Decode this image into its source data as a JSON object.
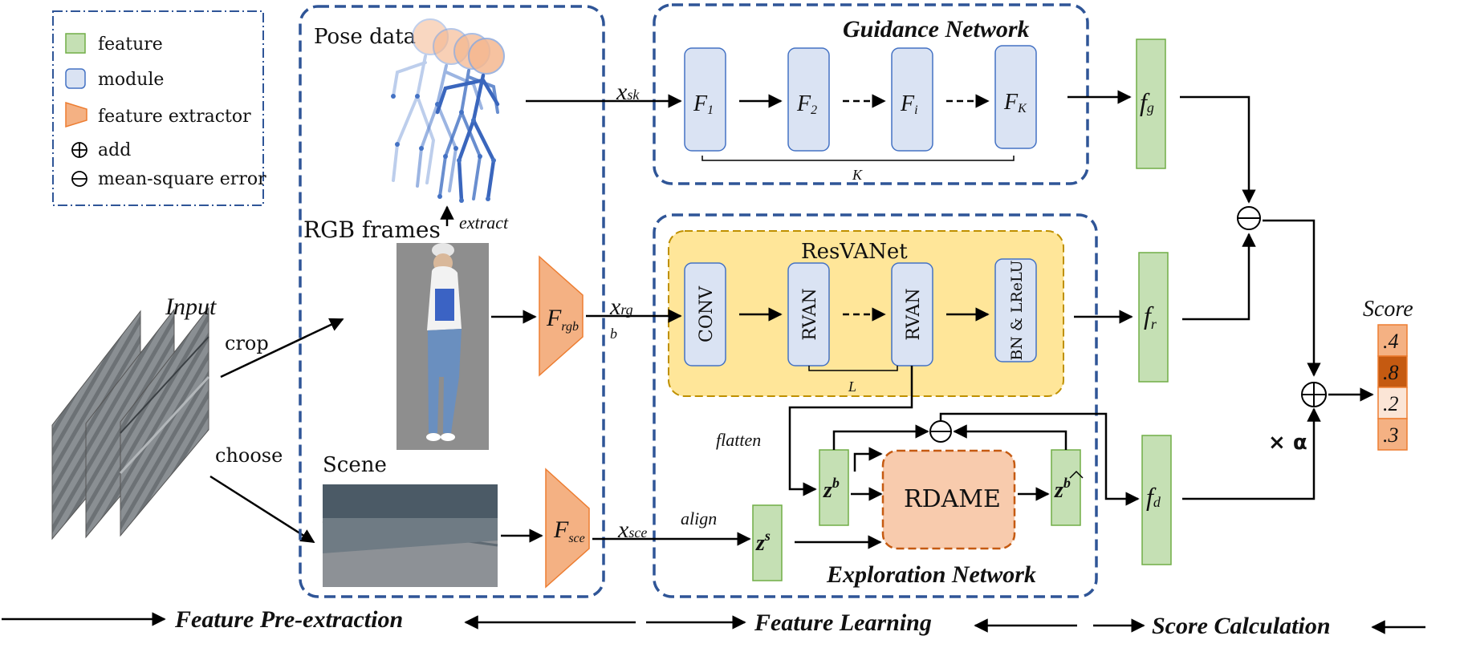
{
  "legend": {
    "feature": "feature",
    "module": "module",
    "extractor": "feature extractor",
    "add": "add",
    "mse": "mean-square error"
  },
  "input": {
    "title": "Input",
    "crop": "crop",
    "choose": "choose"
  },
  "preextraction": {
    "pose": "Pose data",
    "rgb": "RGB frames",
    "extract": "extract",
    "scene": "Scene",
    "f_rgb_main": "F",
    "f_rgb_sub": "rgb",
    "f_sce_main": "F",
    "f_sce_sub": "sce"
  },
  "vars": {
    "x": "x",
    "x_sk_sub": "sk",
    "x_rgb_sub1": "rg",
    "x_rgb_sub2": "b",
    "x_sce_sub": "sce",
    "align": "align",
    "flatten": "flatten"
  },
  "guidance": {
    "title": "Guidance Network",
    "modules": [
      {
        "main": "F",
        "sub": "1"
      },
      {
        "main": "F",
        "sub": "2"
      },
      {
        "main": "F",
        "sub": "i"
      },
      {
        "main": "F",
        "sub": "K"
      }
    ],
    "brace": "K"
  },
  "resvanet": {
    "title": "ResVANet",
    "modules": [
      "CONV",
      "RVAN",
      "RVAN",
      "BN & LReLU"
    ],
    "brace": "L"
  },
  "exploration": {
    "title": "Exploration Network",
    "rdame": "RDAME",
    "zb": "z",
    "zb_sup": "b",
    "zhat_sup": "b",
    "zs": "z",
    "zs_sup": "s"
  },
  "features": {
    "fg_main": "f",
    "fg_sub": "g",
    "fr_main": "f",
    "fr_sub": "r",
    "fd_main": "f",
    "fd_sub": "d"
  },
  "score": {
    "title": "Score",
    "values": [
      ".4",
      ".8",
      ".2",
      ".3"
    ],
    "alpha": "× α"
  },
  "stages": {
    "s1": "Feature Pre-extraction",
    "s2": "Feature Learning",
    "s3": "Score Calculation"
  },
  "colors": {
    "blue_dash": "#2f5597",
    "feature_fill": "#c5e0b4",
    "feature_stroke": "#70ad47",
    "module_fill": "#dae3f3",
    "module_stroke": "#4472c4",
    "extractor_fill": "#f4b183",
    "extractor_stroke": "#ed7d31",
    "resvanet_fill": "#ffe699",
    "resvanet_stroke": "#bf9000",
    "rdame_fill": "#f8cbad",
    "rdame_stroke": "#c55a11"
  }
}
